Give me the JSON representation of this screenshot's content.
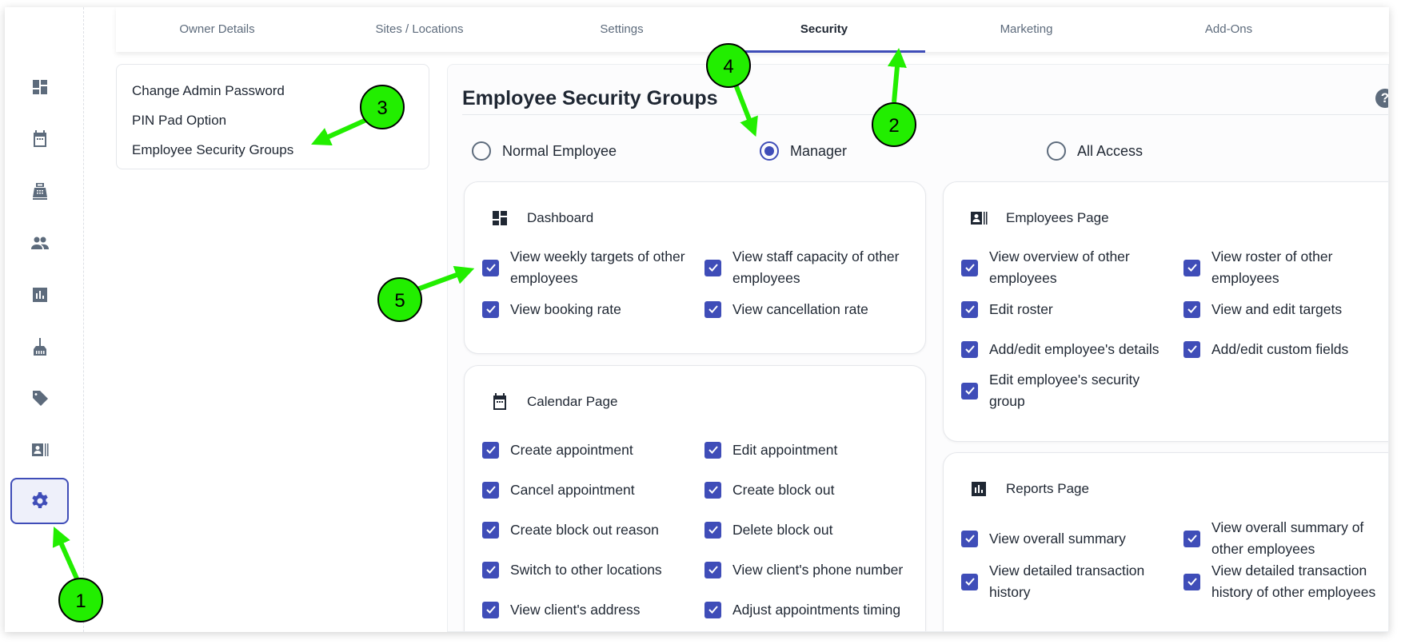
{
  "tabs": [
    {
      "label": "Owner Details"
    },
    {
      "label": "Sites / Locations"
    },
    {
      "label": "Settings"
    },
    {
      "label": "Security",
      "active": true
    },
    {
      "label": "Marketing"
    },
    {
      "label": "Add-Ons"
    }
  ],
  "sidebar": {
    "items": [
      "dashboard-icon",
      "calendar-icon",
      "register-icon",
      "people-icon",
      "reports-icon",
      "broom-icon",
      "tag-icon",
      "contact-card-icon",
      "gear-icon"
    ],
    "active": "gear-icon"
  },
  "security_menu": [
    "Change Admin Password",
    "PIN Pad Option",
    "Employee Security Groups"
  ],
  "main": {
    "title": "Employee Security Groups",
    "help": "?",
    "radios": [
      {
        "label": "Normal Employee",
        "checked": false
      },
      {
        "label": "Manager",
        "checked": true
      },
      {
        "label": "All Access",
        "checked": false
      }
    ],
    "cards": {
      "dashboard": {
        "title": "Dashboard",
        "items": [
          "View weekly targets of other employees",
          "View staff capacity of other employees",
          "View booking rate",
          "View cancellation rate"
        ]
      },
      "calendar": {
        "title": "Calendar Page",
        "items": [
          "Create appointment",
          "Edit appointment",
          "Cancel appointment",
          "Create block out",
          "Create block out reason",
          "Delete block out",
          "Switch to other locations",
          "View client's phone number",
          "View client's address",
          "Adjust appointments timing"
        ]
      },
      "employees": {
        "title": "Employees Page",
        "items": [
          "View overview of other employees",
          "View roster of other employees",
          "Edit roster",
          "View and edit targets",
          "Add/edit employee's details",
          "Add/edit custom fields",
          "Edit employee's security group"
        ]
      },
      "reports": {
        "title": "Reports Page",
        "items": [
          "View overall summary",
          "View overall summary of other employees",
          "View detailed transaction history",
          "View detailed transaction history of other employees"
        ]
      }
    }
  },
  "annotations": [
    "1",
    "2",
    "3",
    "4",
    "5"
  ],
  "colors": {
    "accent": "#3f4db8",
    "annotation": "#22ee00"
  }
}
